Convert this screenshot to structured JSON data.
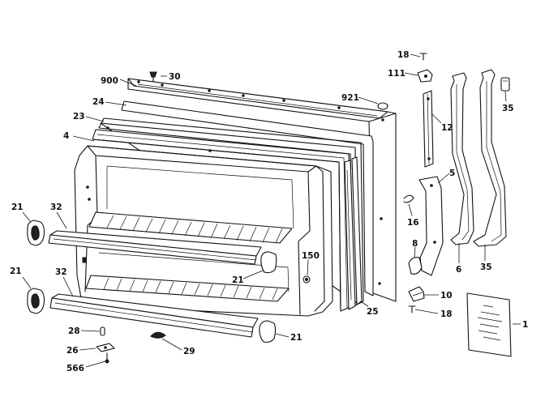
{
  "callouts": {
    "c900": "900",
    "c30": "30",
    "c24": "24",
    "c23": "23",
    "c4": "4",
    "c921": "921",
    "c18_top": "18",
    "c111": "111",
    "c12": "12",
    "c35_top": "35",
    "c5": "5",
    "c16": "16",
    "c8": "8",
    "c6": "6",
    "c35_bottom": "35",
    "c10": "10",
    "c18_bottom": "18",
    "c1": "1",
    "c21_upper_left": "21",
    "c32_upper": "32",
    "c21_lower_left": "21",
    "c32_lower": "32",
    "c21_mid": "21",
    "c150": "150",
    "c25": "25",
    "c28": "28",
    "c26": "26",
    "c566": "566",
    "c29": "29",
    "c21_bottom_right": "21"
  }
}
